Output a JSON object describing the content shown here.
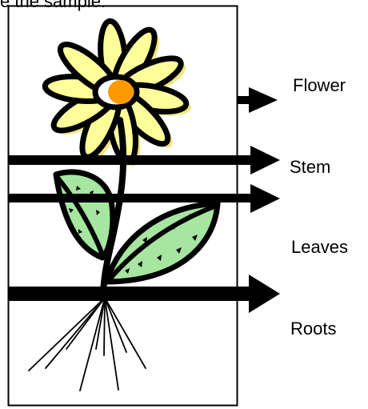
{
  "caption": "e the sample:",
  "labels": {
    "flower": "Flower",
    "stem": "Stem",
    "leaves": "Leaves",
    "roots": "Roots"
  },
  "colors": {
    "petal_fill": "#ffff99",
    "petal_shadow": "#f5ec8a",
    "flower_center": "#ff9900",
    "leaf_fill": "#a6e6a0",
    "outline": "#000000"
  }
}
